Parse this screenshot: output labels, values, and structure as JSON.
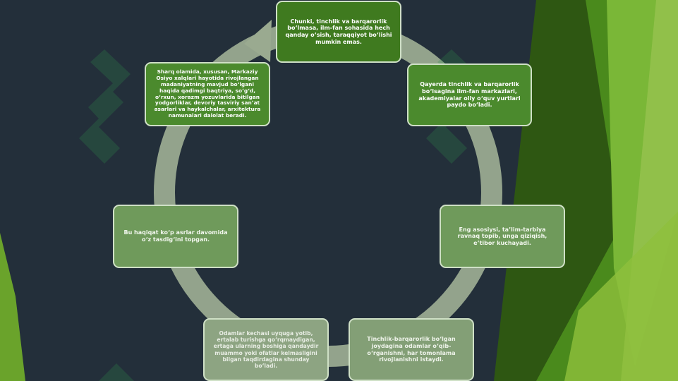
{
  "colors": {
    "background": "#232f3a",
    "ring": "#9aaa90",
    "accent_green": "#6aa32b",
    "dark_green": "#3e6f15"
  },
  "cycle": {
    "items": [
      "Chunki, tinchlik va barqarorlik boʻlmasa, ilm-fan sohasida hech qanday oʻsish, taraqqiyot boʻlishi mumkin emas.",
      "Qayerda tinchlik va barqarorlik boʻlsagina ilm-fan markazlari, akademiyalar oliy oʻquv yurtlari paydo boʻladi.",
      "Eng asosiysi, taʼlim-tarbiya ravnaq topib, unga qiziqish, eʼtibor kuchayadi.",
      "Tinchlik-barqarorlik boʻlgan joydagina odamlar oʻqib-oʻrganishni, har tomonlama rivojlanishni istaydi.",
      "Odamlar kechasi uyquga yotib, ertalab turishga qoʻrqmaydigan, ertaga ularning boshiga qandaydir muammo yoki ofatlar kelmasligini bilgan taqdirdagina shunday boʻladi.",
      "Bu haqiqat koʻp asrlar davomida oʻz tasdigʻini topgan.",
      "Sharq olamida, xususan, Markaziy Osiyo xalqlari hayotida rivojlangan madaniyatning mavjud boʻlgani haqida qadimgi baqtriya, soʻgʻd, oʻrxun, xorazm yozuvlarida bitilgan yodgorliklar, devoriy tasviriy sanʼat asarlari va haykalchalar, arxitektura namunalari dalolat beradi."
    ]
  }
}
